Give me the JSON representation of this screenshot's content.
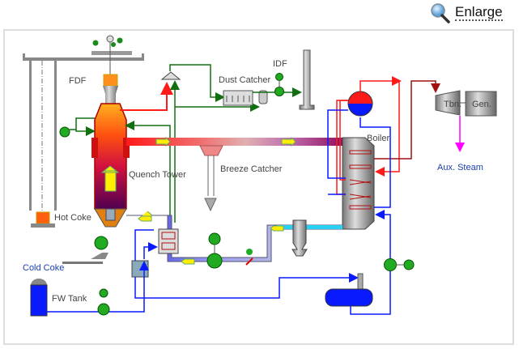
{
  "toolbar": {
    "enlarge_label": "Enlarge",
    "enlarge_icon": "magnifier-icon"
  },
  "labels": {
    "fdf": "FDF",
    "quench_tower": "Quench Tower",
    "hot_coke": "Hot Coke",
    "cold_coke": "Cold Coke",
    "fw_tank": "FW Tank",
    "dust_catcher": "Dust Catcher",
    "idf": "IDF",
    "breeze_catcher": "Breeze Catcher",
    "boiler": "Boiler",
    "turbine": "Tbn.",
    "generator": "Gen.",
    "aux_steam": "Aux. Steam"
  },
  "colors": {
    "hot_gas": "#ff2020",
    "cooled_gas": "#1e3cff",
    "circulating_gas": "#2020e0",
    "steam": "#ff1a1a",
    "water": "#0a1aff",
    "air": "#107010",
    "aux_steam": "#ff00ff",
    "label_blue": "#1a3fae"
  }
}
